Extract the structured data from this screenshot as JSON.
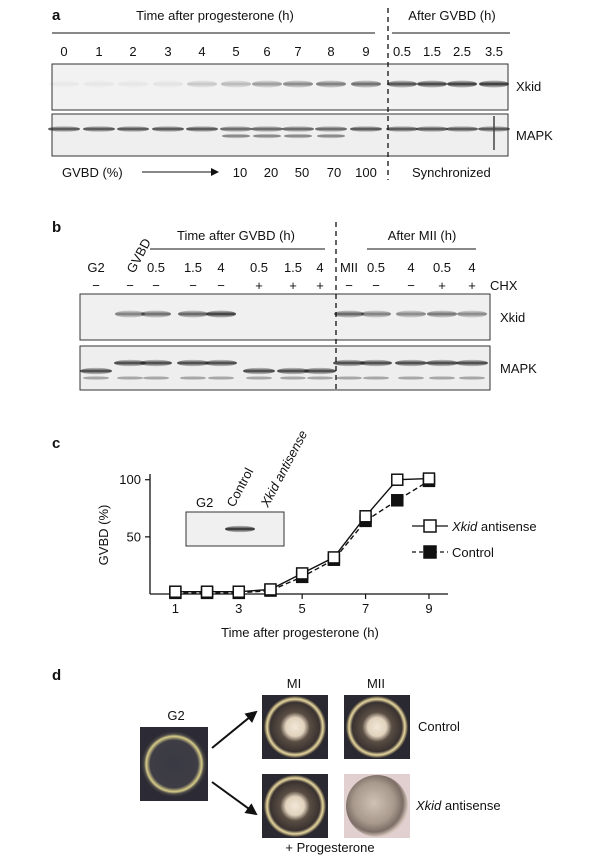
{
  "panel_a": {
    "letter": "a",
    "header_left": "Time after progesterone (h)",
    "header_right": "After GVBD (h)",
    "times_left": [
      "0",
      "1",
      "2",
      "3",
      "4",
      "5",
      "6",
      "7",
      "8",
      "9"
    ],
    "times_right": [
      "0.5",
      "1.5",
      "2.5",
      "3.5"
    ],
    "blot1_label": "Xkid",
    "blot2_label": "MAPK",
    "gvbd_label": "GVBD (%)",
    "gvbd_values": [
      "10",
      "20",
      "50",
      "70",
      "100"
    ],
    "sync_label": "Synchronized"
  },
  "panel_b": {
    "letter": "b",
    "lane_g2": "G2",
    "lane_gvbd": "GVBD",
    "header_left": "Time after GVBD (h)",
    "header_right": "After MII (h)",
    "lane_mii": "MII",
    "times_left": [
      "0.5",
      "1.5",
      "4",
      "0.5",
      "1.5",
      "4"
    ],
    "times_right": [
      "0.5",
      "4",
      "0.5",
      "4"
    ],
    "chx_label": "CHX",
    "chx_left": [
      "−",
      "−",
      "−",
      "−",
      "−",
      "+",
      "+",
      "+"
    ],
    "chx_right": [
      "−",
      "−",
      "−",
      "+",
      "+"
    ],
    "blot1_label": "Xkid",
    "blot2_label": "MAPK"
  },
  "panel_c": {
    "letter": "c",
    "inset_labels": [
      "G2",
      "Control",
      "Xkid antisense"
    ],
    "legend_antisense_italic": "Xkid",
    "legend_antisense_rest": " antisense",
    "legend_control": "Control",
    "y_tick_labels": [
      "50",
      "100"
    ],
    "x_tick_labels": [
      "1",
      "3",
      "5",
      "7",
      "9"
    ]
  },
  "chart_data": {
    "type": "line",
    "xlabel": "Time after progesterone (h)",
    "ylabel": "GVBD (%)",
    "xlim": [
      0.2,
      9.6
    ],
    "ylim": [
      0,
      105
    ],
    "x": [
      1,
      2,
      3,
      4,
      5,
      6,
      7,
      8,
      9
    ],
    "series": [
      {
        "name": "Xkid antisense",
        "marker": "open-square",
        "line": "solid",
        "values": [
          2,
          2,
          2,
          4,
          18,
          32,
          68,
          100,
          101
        ]
      },
      {
        "name": "Control",
        "marker": "filled-square",
        "line": "dashed",
        "values": [
          1,
          1,
          1,
          3,
          15,
          30,
          64,
          82,
          99
        ]
      }
    ]
  },
  "panel_d": {
    "letter": "d",
    "g2_label": "G2",
    "mi_label": "MI",
    "mii_label": "MII",
    "control_label": "Control",
    "antisense_italic": "Xkid",
    "antisense_rest": " antisense",
    "progesterone_label": "+ Progesterone"
  }
}
